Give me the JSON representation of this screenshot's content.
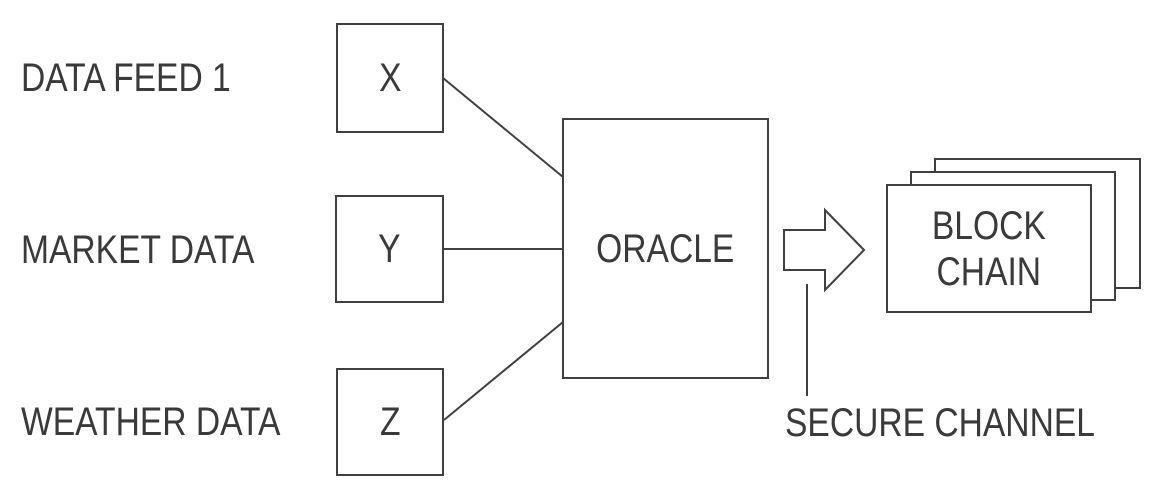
{
  "diagram": {
    "background": "#ffffff",
    "stroke_color": "#404040",
    "text_color": "#3a3a3a",
    "inputs": [
      {
        "label": "DATA FEED 1",
        "node": "X"
      },
      {
        "label": "MARKET DATA",
        "node": "Y"
      },
      {
        "label": "WEATHER DATA",
        "node": "Z"
      }
    ],
    "processor": {
      "label": "ORACLE"
    },
    "output": {
      "line1": "BLOCK",
      "line2": "CHAIN"
    },
    "channel": {
      "label": "SECURE CHANNEL"
    }
  }
}
